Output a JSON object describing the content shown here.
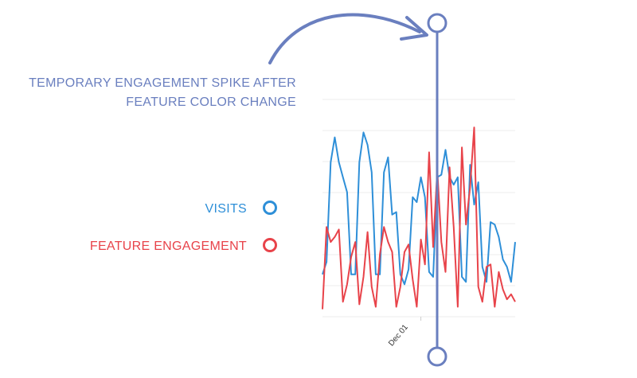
{
  "annotation": {
    "line1": "TEMPORARY ENGAGEMENT SPIKE AFTER",
    "line2": "FEATURE COLOR CHANGE",
    "color": "#6a7fbf"
  },
  "legend": [
    {
      "label": "VISITS",
      "color": "#2e8fd8"
    },
    {
      "label": "FEATURE ENGAGEMENT",
      "color": "#e8434a"
    }
  ],
  "chart_data": {
    "type": "line",
    "title": "",
    "xlabel": "",
    "ylabel": "",
    "x_ticks": [
      {
        "label": "Dec 01",
        "index": 24
      }
    ],
    "marker_index": 25,
    "grid": true,
    "series": [
      {
        "name": "VISITS",
        "color": "#2e8fd8",
        "values": [
          0.17,
          0.22,
          0.62,
          0.72,
          0.62,
          0.56,
          0.5,
          0.17,
          0.17,
          0.62,
          0.74,
          0.69,
          0.58,
          0.17,
          0.17,
          0.58,
          0.64,
          0.41,
          0.42,
          0.17,
          0.13,
          0.19,
          0.48,
          0.46,
          0.56,
          0.48,
          0.18,
          0.16,
          0.56,
          0.57,
          0.67,
          0.56,
          0.53,
          0.56,
          0.16,
          0.14,
          0.61,
          0.45,
          0.54,
          0.2,
          0.14,
          0.38,
          0.37,
          0.32,
          0.23,
          0.2,
          0.14,
          0.3
        ]
      },
      {
        "name": "FEATURE ENGAGEMENT",
        "color": "#e8434a",
        "values": [
          0.03,
          0.36,
          0.3,
          0.32,
          0.35,
          0.06,
          0.13,
          0.24,
          0.3,
          0.05,
          0.16,
          0.34,
          0.12,
          0.04,
          0.25,
          0.36,
          0.3,
          0.26,
          0.04,
          0.12,
          0.26,
          0.29,
          0.15,
          0.04,
          0.31,
          0.21,
          0.66,
          0.28,
          0.59,
          0.3,
          0.18,
          0.6,
          0.36,
          0.04,
          0.68,
          0.37,
          0.52,
          0.76,
          0.12,
          0.06,
          0.2,
          0.21,
          0.04,
          0.18,
          0.11,
          0.07,
          0.09,
          0.06
        ]
      }
    ]
  }
}
